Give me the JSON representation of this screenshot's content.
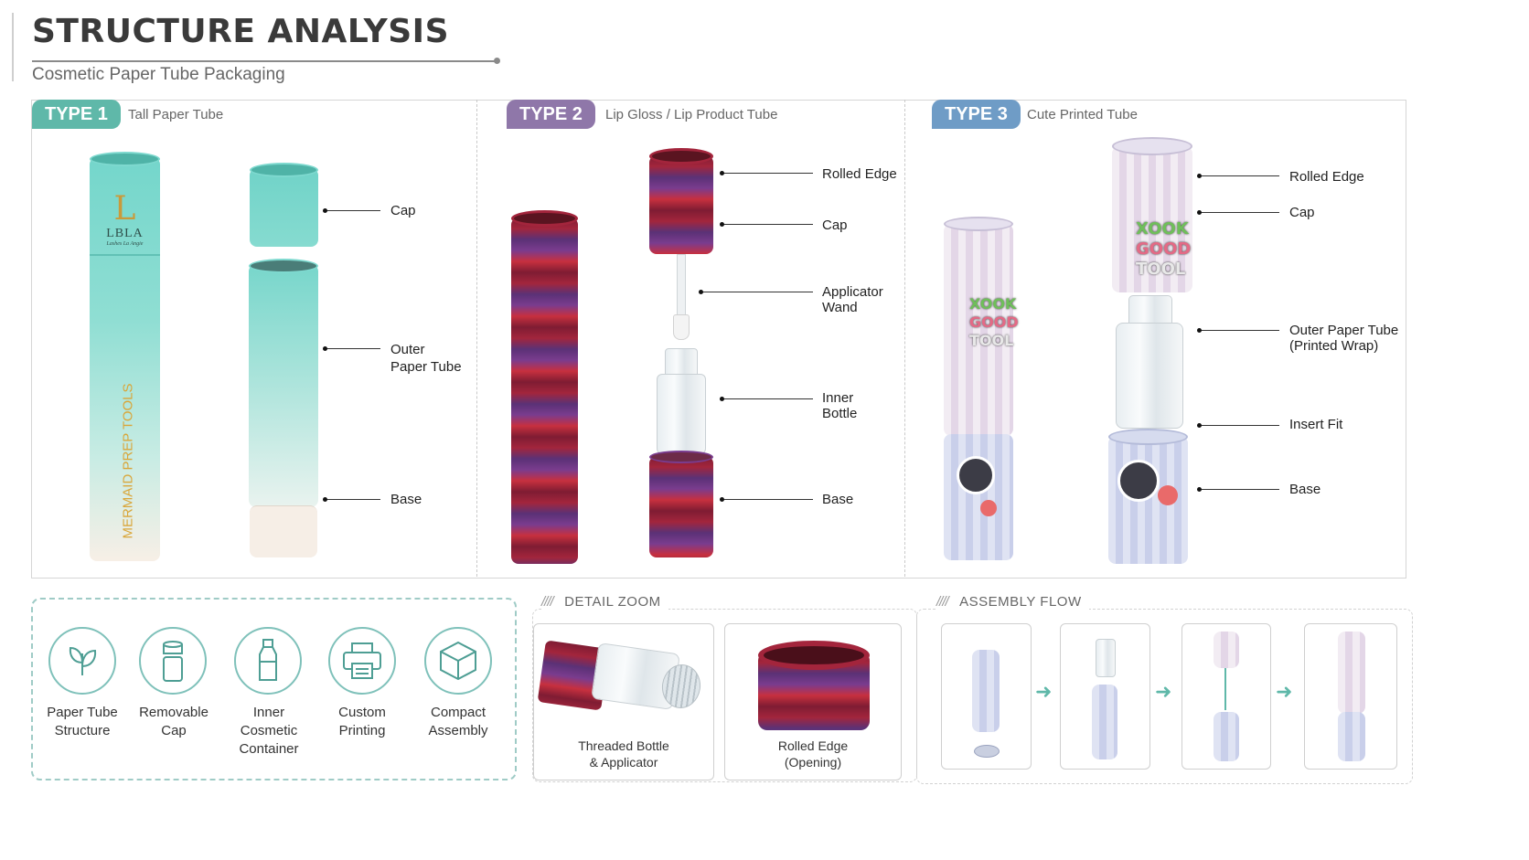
{
  "header": {
    "title": "STRUCTURE ANALYSIS",
    "subtitle": "Cosmetic Paper Tube Packaging"
  },
  "colors": {
    "type1": "#5fb8a9",
    "type2": "#8f77a9",
    "type3": "#6f9cc6",
    "accent": "#5fb8a9"
  },
  "type1": {
    "badge": "TYPE 1",
    "name": "Tall Paper Tube",
    "product_brand": "LBLA",
    "product_brand_sub": "Lashes La Angie",
    "product_text": "MERMAID PREP TOOLS",
    "labels": {
      "cap": "Cap",
      "outer_line1": "Outer",
      "outer_line2": "Paper Tube",
      "base": "Base"
    }
  },
  "type2": {
    "badge": "TYPE 2",
    "name": "Lip Gloss / Lip Product Tube",
    "labels": {
      "rolled_edge": "Rolled Edge",
      "cap": "Cap",
      "wand_line1": "Applicator",
      "wand_line2": "Wand",
      "bottle_line1": "Inner",
      "bottle_line2": "Bottle",
      "base": "Base"
    }
  },
  "type3": {
    "badge": "TYPE 3",
    "name": "Cute Printed Tube",
    "print_text": [
      "XOOK",
      "GOOD",
      "TOOL"
    ],
    "labels": {
      "rolled_edge": "Rolled Edge",
      "cap": "Cap",
      "outer_line1": "Outer Paper Tube",
      "outer_line2": "(Printed Wrap)",
      "insert": "Insert Fit",
      "base": "Base"
    }
  },
  "features": [
    {
      "icon": "leaf-icon",
      "line1": "Paper Tube",
      "line2": "Structure"
    },
    {
      "icon": "cap-icon",
      "line1": "Removable",
      "line2": "Cap"
    },
    {
      "icon": "bottle-icon",
      "line1": "Inner Cosmetic",
      "line2": "Container"
    },
    {
      "icon": "printer-icon",
      "line1": "Custom",
      "line2": "Printing"
    },
    {
      "icon": "box-icon",
      "line1": "Compact",
      "line2": "Assembly"
    }
  ],
  "detail_zoom": {
    "hatch": "////",
    "title": "DETAIL ZOOM",
    "cards": [
      {
        "line1": "Threaded Bottle",
        "line2": "& Applicator"
      },
      {
        "line1": "Rolled Edge",
        "line2": "(Opening)"
      }
    ]
  },
  "assembly_flow": {
    "hatch": "////",
    "title": "ASSEMBLY FLOW",
    "arrow": "➜"
  }
}
